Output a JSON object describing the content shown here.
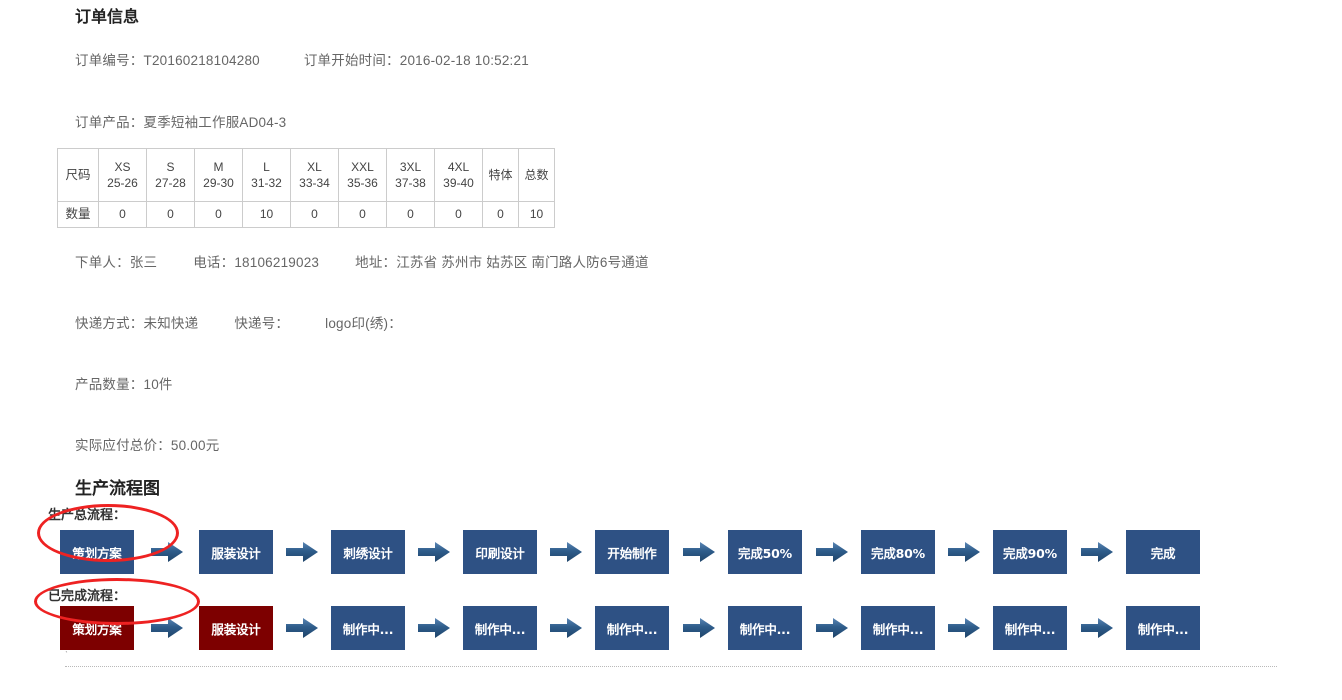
{
  "order": {
    "section_title": "订单信息",
    "order_no_label": "订单编号：",
    "order_no_value": "T20160218104280",
    "start_time_label": "订单开始时间：",
    "start_time_value": "2016-02-18 10:52:21",
    "product_label": "订单产品：",
    "product_value": "夏季短袖工作服AD04-3",
    "buyer_label": "下单人：",
    "buyer_value": "张三",
    "phone_label": "电话：",
    "phone_value": "18106219023",
    "address_label": "地址：",
    "address_value": "江苏省 苏州市 姑苏区 南门路人防6号通道",
    "express_label": "快递方式：",
    "express_value": "未知快递",
    "express_no_label": "快递号：",
    "express_no_value": "",
    "logo_label": "logo印(绣)：",
    "logo_value": "",
    "qty_label": "产品数量：",
    "qty_value": "10件",
    "price_label": "实际应付总价：",
    "price_value": "50.00元"
  },
  "size_table": {
    "row_label_header": "尺码",
    "row_label_qty": "数量",
    "columns": [
      {
        "name": "XS",
        "range": "25-26"
      },
      {
        "name": "S",
        "range": "27-28"
      },
      {
        "name": "M",
        "range": "29-30"
      },
      {
        "name": "L",
        "range": "31-32"
      },
      {
        "name": "XL",
        "range": "33-34"
      },
      {
        "name": "XXL",
        "range": "35-36"
      },
      {
        "name": "3XL",
        "range": "37-38"
      },
      {
        "name": "4XL",
        "range": "39-40"
      }
    ],
    "special_header": "特体",
    "total_header": "总数",
    "quantities": [
      "0",
      "0",
      "0",
      "10",
      "0",
      "0",
      "0",
      "0"
    ],
    "special_qty": "0",
    "total_qty": "10"
  },
  "flow": {
    "section_title": "生产流程图",
    "total_label": "生产总流程：",
    "done_label": "已完成流程：",
    "arrow_icon": "right-arrow-icon",
    "colors": {
      "blue": "#2e5184",
      "maroon": "#7d0000",
      "arrow": "#2e5c8a",
      "highlight": "#ee2222"
    },
    "total_steps": [
      {
        "label": "策划方案",
        "state": "pending"
      },
      {
        "label": "服装设计",
        "state": "pending"
      },
      {
        "label": "刺绣设计",
        "state": "pending"
      },
      {
        "label": "印刷设计",
        "state": "pending"
      },
      {
        "label": "开始制作",
        "state": "pending"
      },
      {
        "label": "完成50%",
        "state": "pending"
      },
      {
        "label": "完成80%",
        "state": "pending"
      },
      {
        "label": "完成90%",
        "state": "pending"
      },
      {
        "label": "完成",
        "state": "pending"
      }
    ],
    "done_steps": [
      {
        "label": "策划方案",
        "state": "done"
      },
      {
        "label": "服装设计",
        "state": "done"
      },
      {
        "label": "制作中...",
        "state": "pending"
      },
      {
        "label": "制作中...",
        "state": "pending"
      },
      {
        "label": "制作中...",
        "state": "pending"
      },
      {
        "label": "制作中...",
        "state": "pending"
      },
      {
        "label": "制作中...",
        "state": "pending"
      },
      {
        "label": "制作中...",
        "state": "pending"
      },
      {
        "label": "制作中...",
        "state": "pending"
      }
    ]
  }
}
